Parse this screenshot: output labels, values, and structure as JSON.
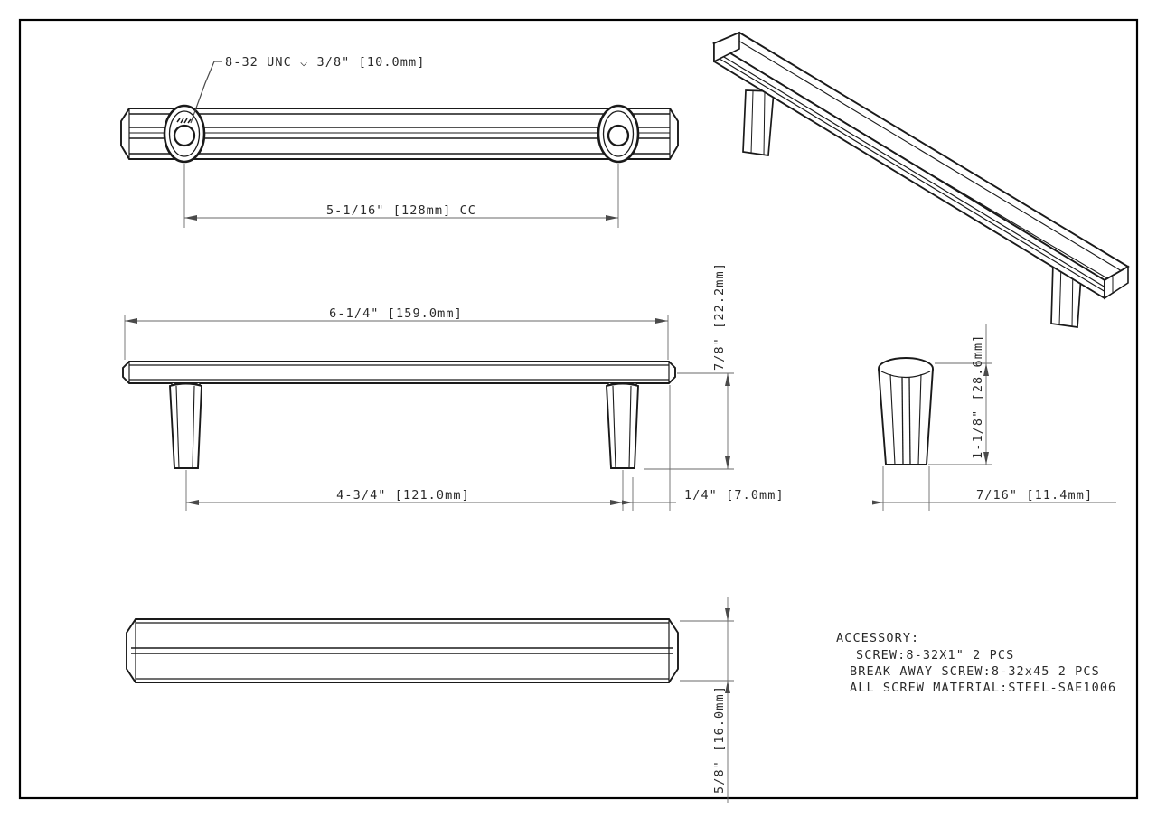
{
  "drawing": {
    "title": "Bar Pull Handle Technical Drawing",
    "sheet_width": 1280,
    "sheet_height": 905,
    "line_color": "#1a1a1a",
    "dim_color": "#555555",
    "text_color": "#2b2b2b",
    "background": "#ffffff",
    "border_color": "#000000"
  },
  "annotations": {
    "thread_callout": "8-32 UNC ⌵ 3/8\" [10.0mm]",
    "center_to_center": "5-1/16\" [128mm] CC",
    "overall_length": "6-1/4\" [159.0mm]",
    "post_to_post": "4-3/4\" [121.0mm]",
    "post_offset": "1/4\" [7.0mm]",
    "bar_projection": "7/8\" [22.2mm]",
    "post_height": "1-1/8\" [28.6mm]",
    "post_diameter": "7/16\" [11.4mm]",
    "bar_width": "5/8\" [16.0mm]"
  },
  "accessory_note": {
    "heading": "ACCESSORY:",
    "lines": [
      "SCREW:8-32X1\" 2 PCS",
      "BREAK AWAY SCREW:8-32x45 2 PCS",
      "ALL SCREW MATERIAL:STEEL-SAE1006"
    ]
  },
  "views": {
    "plan": "top-plan-view",
    "elevation": "front-elevation-view",
    "bottom": "bottom-profile-view",
    "isometric": "isometric-3d-view",
    "post_detail": "post-detail-view"
  }
}
